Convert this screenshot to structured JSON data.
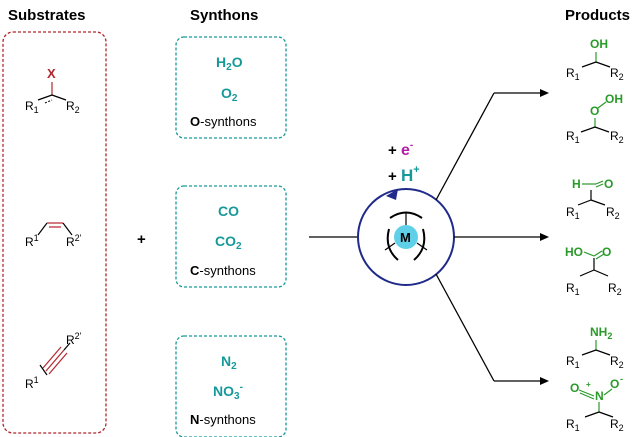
{
  "headers": {
    "substrates": "Substrates",
    "synthons": "Synthons",
    "products": "Products"
  },
  "substrates": {
    "leaving_group": "X",
    "r1": "R",
    "r1_sub": "1",
    "r2": "R",
    "r2_sub": "2",
    "r2p_sub": "2'"
  },
  "plus": "+",
  "synthon_boxes": [
    {
      "line1_main": "H",
      "line1_sub": "2",
      "line1_tail": "O",
      "line2_main": "O",
      "line2_sub": "2",
      "label_bold": "O",
      "label_rest": "-synthons"
    },
    {
      "line1_main": "CO",
      "line1_sub": "",
      "line1_tail": "",
      "line2_main": "CO",
      "line2_sub": "2",
      "label_bold": "C",
      "label_rest": "-synthons"
    },
    {
      "line1_main": "N",
      "line1_sub": "2",
      "line1_tail": "",
      "line2_main": "NO",
      "line2_sub": "3",
      "line2_sup": "-",
      "label_bold": "N",
      "label_rest": "-synthons"
    }
  ],
  "reagents": {
    "electron_plus": "+ ",
    "electron": "e",
    "electron_sup": "-",
    "proton_plus": "+ ",
    "proton": "H",
    "proton_sup": "+"
  },
  "catalyst": {
    "metal": "M"
  },
  "products": {
    "oh": "OH",
    "ooh_o": "O",
    "ooh_oh": "OH",
    "cho_h": "H",
    "cho_o": "O",
    "cooh_ho": "HO",
    "cooh_o": "O",
    "nh2": "NH",
    "nh2_sub": "2",
    "no2_o1": "O",
    "no2_n": "N",
    "no2_o2": "O",
    "plus_charge": "+",
    "minus_charge": "-"
  },
  "colors": {
    "substrate_box": "#b3262d",
    "synthon_box": "#17999a",
    "catalyst_ring": "#1f2a8a",
    "metal_fill": "#5fd0e8",
    "product_green": "#2a9a2a",
    "electron": "#b21fa5"
  }
}
